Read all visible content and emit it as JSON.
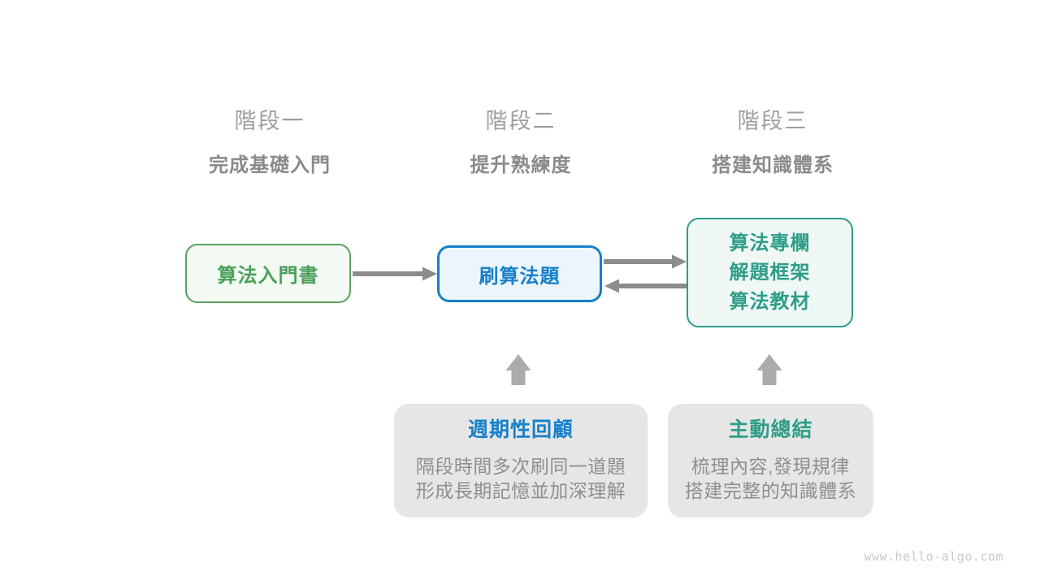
{
  "page": {
    "background": "#ffffff",
    "watermark": "www.hello-algo.com"
  },
  "colors": {
    "stage_label": "#9e9e9e",
    "stage_subtitle": "#8a8a8a",
    "green_border": "#5aa161",
    "green_fill": "#f3f9f3",
    "green_text": "#4ba059",
    "blue_border": "#1780c9",
    "blue_fill": "#ecf5fc",
    "blue_text": "#1780c9",
    "teal_border": "#2f9d8e",
    "teal_fill": "#f0f8f6",
    "teal_text": "#2e9d88",
    "note_fill": "#e6e6e6",
    "note_body_text": "#8f8f8f",
    "arrow": "#8c8c8c",
    "block_arrow": "#ababab",
    "watermark_text": "#c9c9c9"
  },
  "stages": [
    {
      "label": "階段一",
      "subtitle": "完成基礎入門"
    },
    {
      "label": "階段二",
      "subtitle": "提升熟練度"
    },
    {
      "label": "階段三",
      "subtitle": "搭建知識體系"
    }
  ],
  "nodes": {
    "intro_book": {
      "label": "算法入門書"
    },
    "practice": {
      "label": "刷算法題"
    },
    "advanced": {
      "lines": [
        "算法專欄",
        "解題框架",
        "算法教材"
      ]
    }
  },
  "notes": [
    {
      "title": "週期性回顧",
      "body_lines": [
        "隔段時間多次刷同一道題",
        "形成長期記憶並加深理解"
      ]
    },
    {
      "title": "主動總結",
      "body_lines": [
        "梳理內容,發現規律",
        "搭建完整的知識體系"
      ]
    }
  ]
}
